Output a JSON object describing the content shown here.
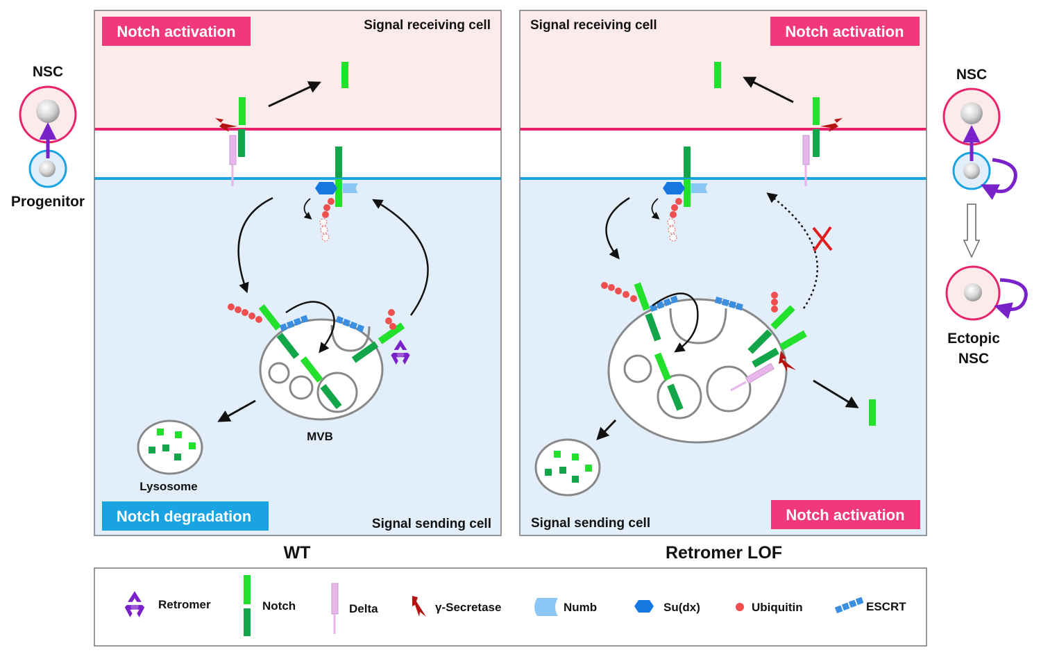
{
  "left_panel": {
    "badge_top": "Notch activation",
    "receiving_label": "Signal receiving cell",
    "badge_bottom": "Notch degradation",
    "sending_label": "Signal sending cell",
    "mvb_label": "MVB",
    "lysosome_label": "Lysosome",
    "caption": "WT"
  },
  "right_panel": {
    "receiving_label": "Signal receiving cell",
    "badge_top": "Notch activation",
    "badge_bottom": "Notch activation",
    "sending_label": "Signal sending cell",
    "caption": "Retromer LOF"
  },
  "left_side": {
    "nsc": "NSC",
    "progenitor": "Progenitor"
  },
  "right_side": {
    "nsc": "NSC",
    "ectopic_line1": "Ectopic",
    "ectopic_line2": "NSC"
  },
  "legend": [
    {
      "label": "Retromer",
      "icon": "recycle-icon"
    },
    {
      "label": "Notch",
      "icon": "notch-icon"
    },
    {
      "label": "Delta",
      "icon": "delta-icon"
    },
    {
      "label": "γ-Secretase",
      "icon": "gamma-secretase-icon"
    },
    {
      "label": "Numb",
      "icon": "numb-icon"
    },
    {
      "label": "Su(dx)",
      "icon": "sudx-icon"
    },
    {
      "label": "Ubiquitin",
      "icon": "ubiquitin-icon"
    },
    {
      "label": "ESCRT",
      "icon": "escrt-icon"
    }
  ],
  "colors": {
    "receiving_bg": "#fdeaea",
    "sending_bg": "#e2eef9",
    "pink_membrane": "#e8236b",
    "blue_membrane": "#1aa3e3",
    "badge_pink": "#f0387a",
    "badge_blue": "#1aa3e3",
    "notch_light": "#22e02b",
    "notch_dark": "#13a54a",
    "delta": "#e8b6ea",
    "secretase": "#b51212",
    "numb": "#8cc6f4",
    "sudx": "#1677e0",
    "ubiquitin": "#ef4f4f",
    "escrt": "#3b8fe0",
    "retromer": "#7a22c9",
    "inhibit": "#e21d1d"
  }
}
